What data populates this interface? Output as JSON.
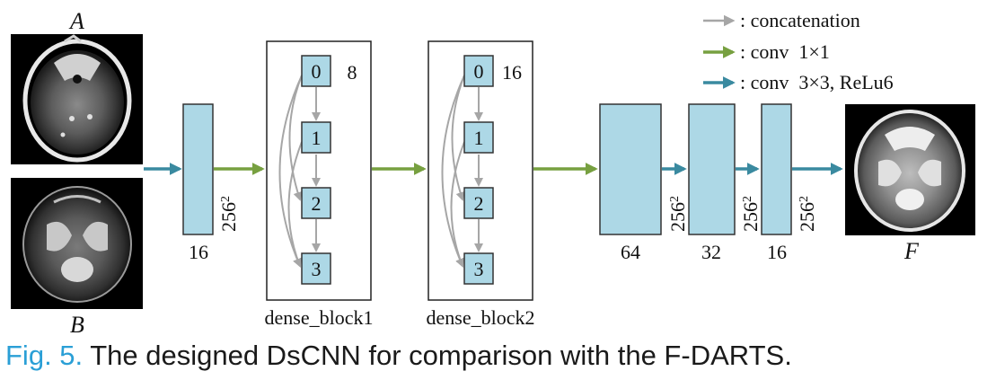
{
  "inputs": {
    "a_label": "A",
    "b_label": "B",
    "a_image": "ct-brain-scan",
    "b_image": "mri-t2-brain-scan"
  },
  "output": {
    "label": "F",
    "image": "fused-brain-scan"
  },
  "encoder": {
    "channels": "16",
    "size": "256",
    "size_exp": "2"
  },
  "dense_blocks": [
    {
      "name": "dense_block1",
      "growth": "8",
      "nodes": [
        "0",
        "1",
        "2",
        "3"
      ]
    },
    {
      "name": "dense_block2",
      "growth": "16",
      "nodes": [
        "0",
        "1",
        "2",
        "3"
      ]
    }
  ],
  "decoder": [
    {
      "channels": "64",
      "size": "256",
      "size_exp": "2"
    },
    {
      "channels": "32",
      "size": "256",
      "size_exp": "2"
    },
    {
      "channels": "16",
      "size": "256",
      "size_exp": "2"
    }
  ],
  "legend": [
    {
      "text": ": concatenation",
      "color": "#a6a6a6"
    },
    {
      "text": ": conv  1×1",
      "color": "#77a040"
    },
    {
      "text": ": conv  3×3, ReLu6",
      "color": "#3a8aa0"
    }
  ],
  "colors": {
    "block_fill": "#add8e6",
    "block_stroke": "#333333",
    "concat": "#a6a6a6",
    "conv1": "#77a040",
    "conv3": "#3a8aa0",
    "caption_accent": "#2a9fd6"
  },
  "caption": {
    "figno": "Fig. 5.",
    "text": " The designed DsCNN for comparison with the F-DARTS."
  }
}
